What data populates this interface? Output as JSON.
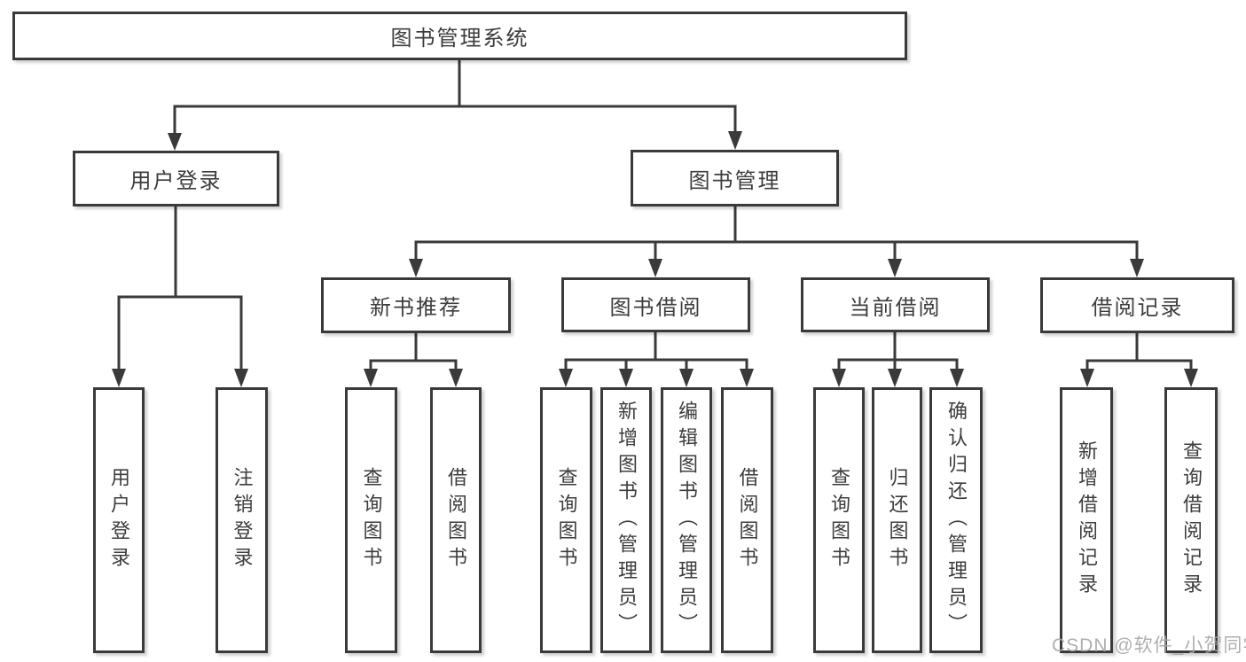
{
  "diagram": {
    "watermark": "CSDN @软件_小贺同学"
  },
  "colors": {
    "line": "#3a3a3a",
    "border": "#3a3a3a",
    "text": "#3d3d3d",
    "background": "#ffffff",
    "watermark": "#a9a9a9"
  },
  "tree": {
    "label": "图书管理系统",
    "children": [
      {
        "label": "用户登录",
        "children": [
          {
            "label": "用户登录"
          },
          {
            "label": "注销登录"
          }
        ]
      },
      {
        "label": "图书管理",
        "children": [
          {
            "label": "新书推荐",
            "children": [
              {
                "label": "查询图书"
              },
              {
                "label": "借阅图书"
              }
            ]
          },
          {
            "label": "图书借阅",
            "children": [
              {
                "label": "查询图书"
              },
              {
                "label": "新增图书（管理员）"
              },
              {
                "label": "编辑图书（管理员）"
              },
              {
                "label": "借阅图书"
              }
            ]
          },
          {
            "label": "当前借阅",
            "children": [
              {
                "label": "查询图书"
              },
              {
                "label": "归还图书"
              },
              {
                "label": "确认归还（管理员）"
              }
            ]
          },
          {
            "label": "借阅记录",
            "children": [
              {
                "label": "新增借阅记录"
              },
              {
                "label": "查询借阅记录"
              }
            ]
          }
        ]
      }
    ]
  }
}
